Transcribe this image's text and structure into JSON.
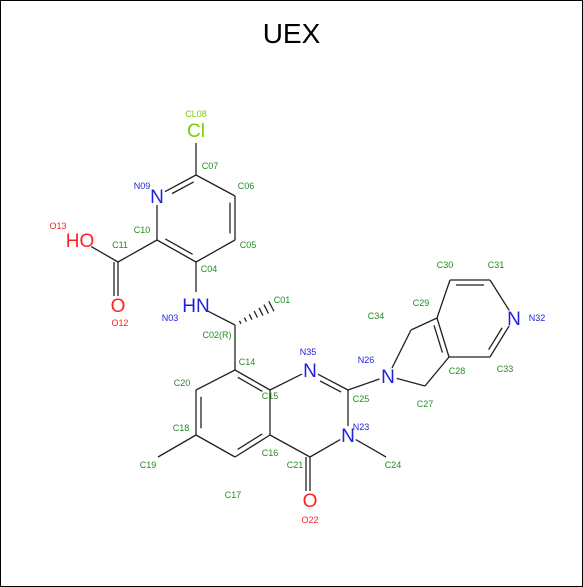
{
  "title": "UEX",
  "colors": {
    "C": "#228b22",
    "N": "#2020e0",
    "O": "#ff2020",
    "Cl": "#7ccd00",
    "bond": "#222222"
  },
  "atoms": [
    {
      "label": "CL08",
      "element": "Cl",
      "symbol": "Cl"
    },
    {
      "label": "C07"
    },
    {
      "label": "N09",
      "element": "N",
      "symbol": "N"
    },
    {
      "label": "C06"
    },
    {
      "label": "C05"
    },
    {
      "label": "C04"
    },
    {
      "label": "C10"
    },
    {
      "label": "C11"
    },
    {
      "label": "O13",
      "element": "O",
      "symbol": "HO"
    },
    {
      "label": "O12",
      "element": "O",
      "symbol": "O"
    },
    {
      "label": "N03",
      "element": "N",
      "symbol": "HN"
    },
    {
      "label": "C02(R)"
    },
    {
      "label": "C01"
    },
    {
      "label": "C14"
    },
    {
      "label": "N35",
      "element": "N",
      "symbol": "N"
    },
    {
      "label": "C15"
    },
    {
      "label": "C25"
    },
    {
      "label": "N23",
      "element": "N",
      "symbol": "N"
    },
    {
      "label": "C24"
    },
    {
      "label": "C21"
    },
    {
      "label": "O22",
      "element": "O",
      "symbol": "O"
    },
    {
      "label": "C16"
    },
    {
      "label": "C17"
    },
    {
      "label": "C18"
    },
    {
      "label": "C19"
    },
    {
      "label": "C20"
    },
    {
      "label": "N26",
      "element": "N",
      "symbol": "N"
    },
    {
      "label": "C34"
    },
    {
      "label": "C27"
    },
    {
      "label": "C29"
    },
    {
      "label": "C28"
    },
    {
      "label": "C30"
    },
    {
      "label": "C31"
    },
    {
      "label": "N32",
      "element": "N",
      "symbol": "N"
    },
    {
      "label": "C33"
    }
  ]
}
